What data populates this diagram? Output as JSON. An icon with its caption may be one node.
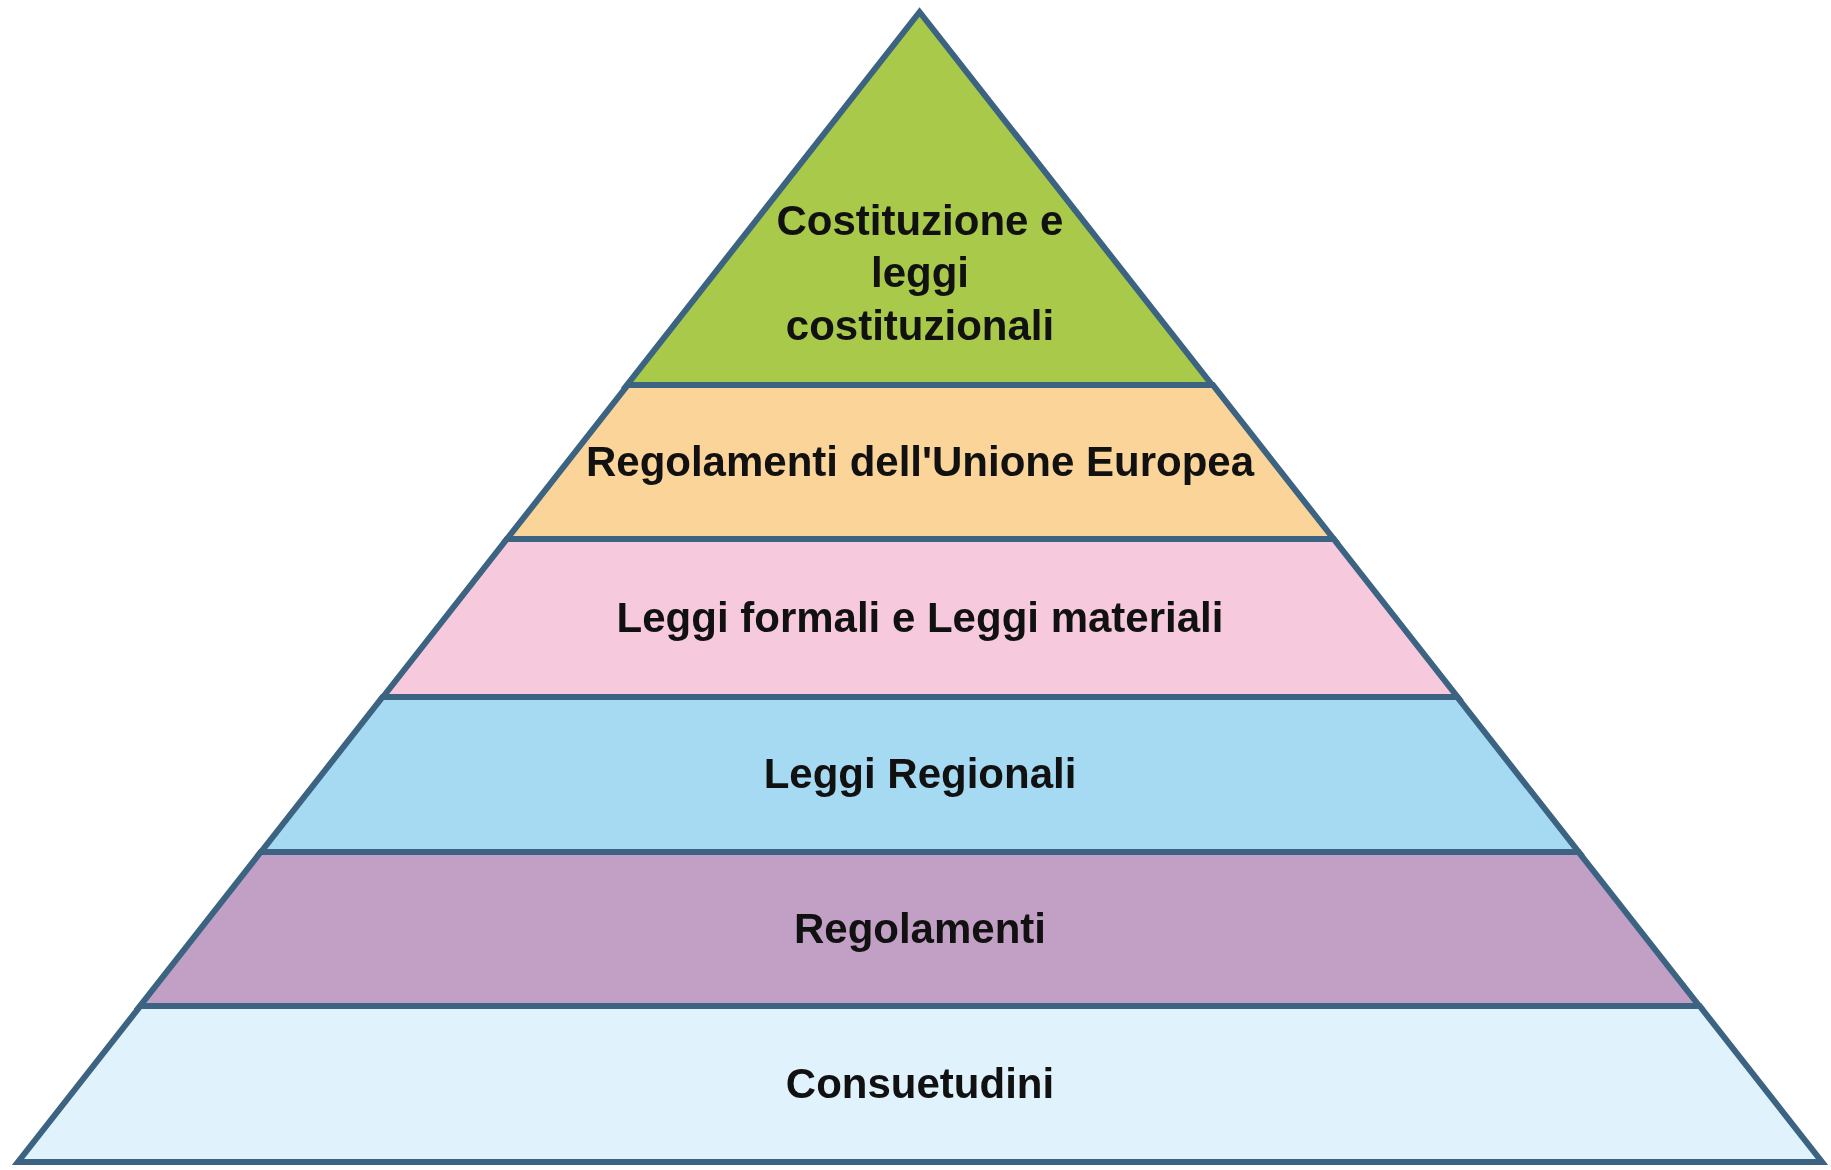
{
  "diagram": {
    "nodes": [
      {
        "text": [
          "Costituzione e leggi costituzionali"
        ]
      },
      {
        "text": [
          "Regolamenti dell'Unione Europea"
        ]
      },
      {
        "text": [
          "Leggi formali e Leggi materiali"
        ]
      },
      {
        "text": [
          "Leggi Regionali"
        ]
      },
      {
        "text": [
          "Regolamenti"
        ]
      },
      {
        "text": [
          "Consuetudini"
        ]
      }
    ]
  }
}
